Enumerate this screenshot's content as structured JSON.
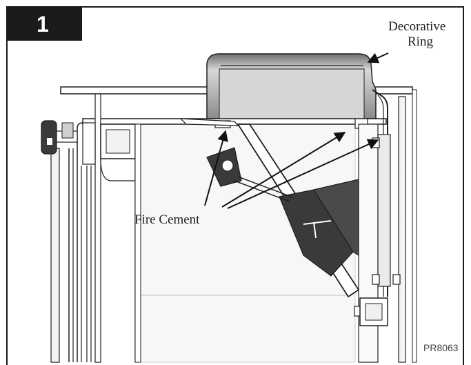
{
  "figure": {
    "step_number": "1",
    "callouts": {
      "decorative_ring_line1": "Decorative",
      "decorative_ring_line2": "Ring",
      "fire_cement": "Fire Cement"
    },
    "part_number": "PR8063"
  },
  "colors": {
    "frame": "#1a1a1a",
    "line": "#1e1e1e",
    "ring_fill": "#a9a9a9",
    "dark_fill": "#3a3a3a",
    "light_fill": "#e6e6e6"
  }
}
